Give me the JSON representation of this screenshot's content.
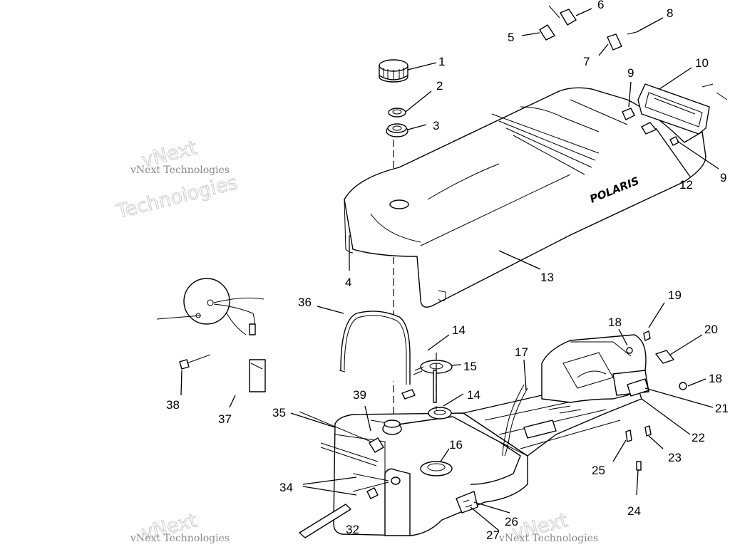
{
  "diagram": {
    "brand_text": "POLARIS",
    "watermark": {
      "line1": "vNext Technologies",
      "line2": "vNext",
      "line3": "Technologies"
    },
    "callouts": [
      "1",
      "2",
      "3",
      "4",
      "5",
      "6",
      "7",
      "8",
      "9",
      "9",
      "10",
      "12",
      "13",
      "14",
      "14",
      "15",
      "16",
      "17",
      "18",
      "18",
      "19",
      "20",
      "21",
      "22",
      "23",
      "24",
      "25",
      "26",
      "27",
      "32",
      "34",
      "35",
      "36",
      "37",
      "38",
      "39"
    ]
  }
}
